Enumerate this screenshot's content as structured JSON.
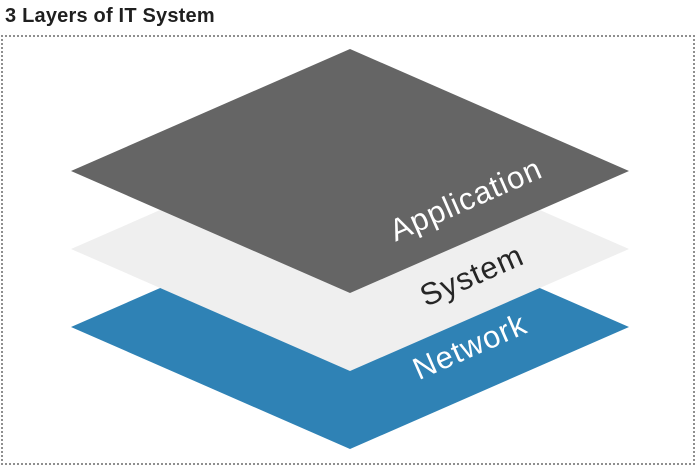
{
  "title": "3 Layers of IT System",
  "frame": {
    "border_color": "#8f8f8f"
  },
  "layers": [
    {
      "id": "application",
      "label": "Application",
      "fill": "#656565",
      "label_color": "#ffffff"
    },
    {
      "id": "system",
      "label": "System",
      "fill": "#efefef",
      "label_color": "#262626"
    },
    {
      "id": "network",
      "label": "Network",
      "fill": "#2f82b5",
      "label_color": "#ffffff"
    }
  ]
}
